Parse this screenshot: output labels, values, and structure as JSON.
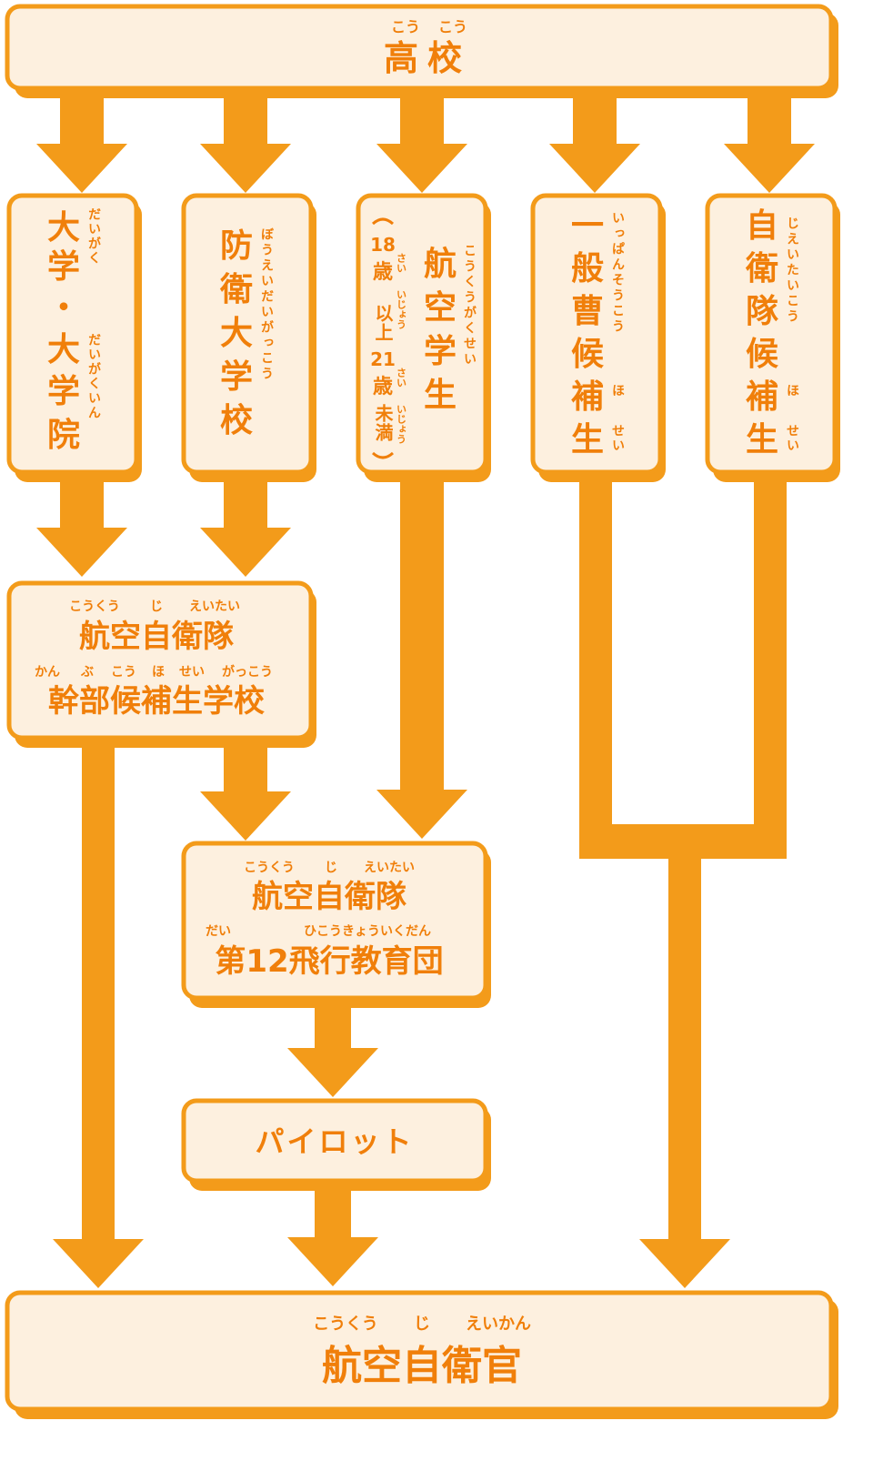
{
  "colors": {
    "accent": "#f39b1a",
    "text": "#f07f0a",
    "box_fill": "#fdf0df"
  },
  "top": {
    "text": "高校",
    "ruby": [
      "こう",
      "こう"
    ]
  },
  "route_university": {
    "chars": [
      "大",
      "学",
      "・",
      "大",
      "学",
      "院"
    ],
    "ruby": [
      "だいがく",
      "だいがくいん"
    ]
  },
  "route_defense_academy": {
    "chars": [
      "防",
      "衛",
      "大",
      "学",
      "校"
    ],
    "ruby": "ぼうえいだいがっこう"
  },
  "route_aviation_student": {
    "chars": [
      "航",
      "空",
      "学",
      "生"
    ],
    "ruby": "こうくうがくせい",
    "note": {
      "age_from": "18",
      "sai": "歳",
      "mid": "以上",
      "age_to": "21",
      "end": "未満",
      "ruby_sai": "さい",
      "ruby_ijou": "いじょう"
    }
  },
  "route_general": {
    "chars": [
      "一",
      "般",
      "曹",
      "候",
      "補",
      "生"
    ],
    "ruby_a": "いっぱんそうこう",
    "ruby_b": "ほ",
    "ruby_c": "せい"
  },
  "route_sdf_candidate": {
    "chars": [
      "自",
      "衛",
      "隊",
      "候",
      "補",
      "生"
    ],
    "ruby_a": "じえいたいこう",
    "ruby_b": "ほ",
    "ruby_c": "せい"
  },
  "officer_school": {
    "line1": "航空自衛隊",
    "line1_ruby": [
      "こうくう",
      "じ",
      "えいたい"
    ],
    "line2": "幹部候補生学校",
    "line2_ruby": [
      "かん",
      "ぶ",
      "こう",
      "ほ",
      "せい",
      "がっこう"
    ]
  },
  "flight_group": {
    "line1": "航空自衛隊",
    "line1_ruby": [
      "こうくう",
      "じ",
      "えいたい"
    ],
    "line2": "第12飛行教育団",
    "line2_ruby": [
      "だい",
      "ひこうきょういくだん"
    ]
  },
  "pilot": {
    "text": "パイロット"
  },
  "bottom": {
    "text": "航空自衛官",
    "ruby": [
      "こうくう",
      "じ",
      "えいかん"
    ]
  }
}
